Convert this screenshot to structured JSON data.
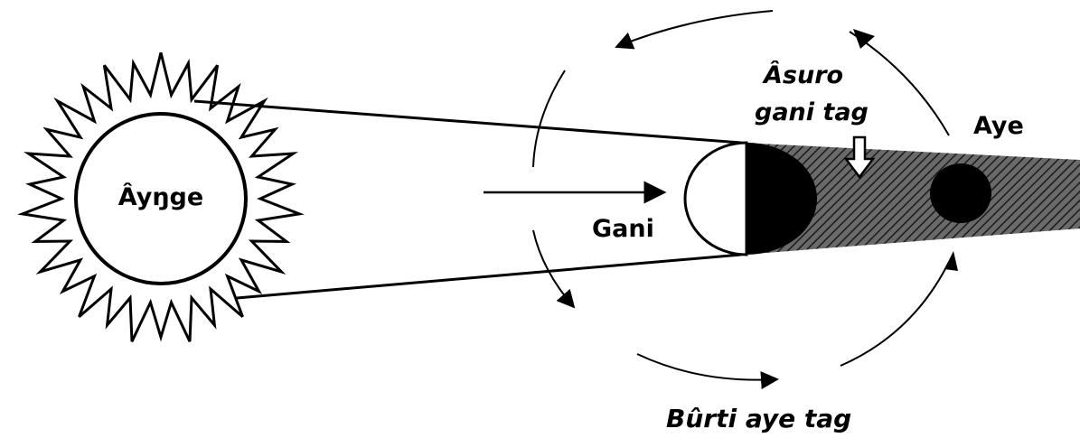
{
  "labels": {
    "sun": "Âyŋge",
    "earth": "Gani",
    "moon": "Aye",
    "umbra_line1": "Âsuro",
    "umbra_line2": "gani tag",
    "orbit": "Bûrti aye tag"
  },
  "colors": {
    "ink": "#000000",
    "background": "#ffffff"
  }
}
